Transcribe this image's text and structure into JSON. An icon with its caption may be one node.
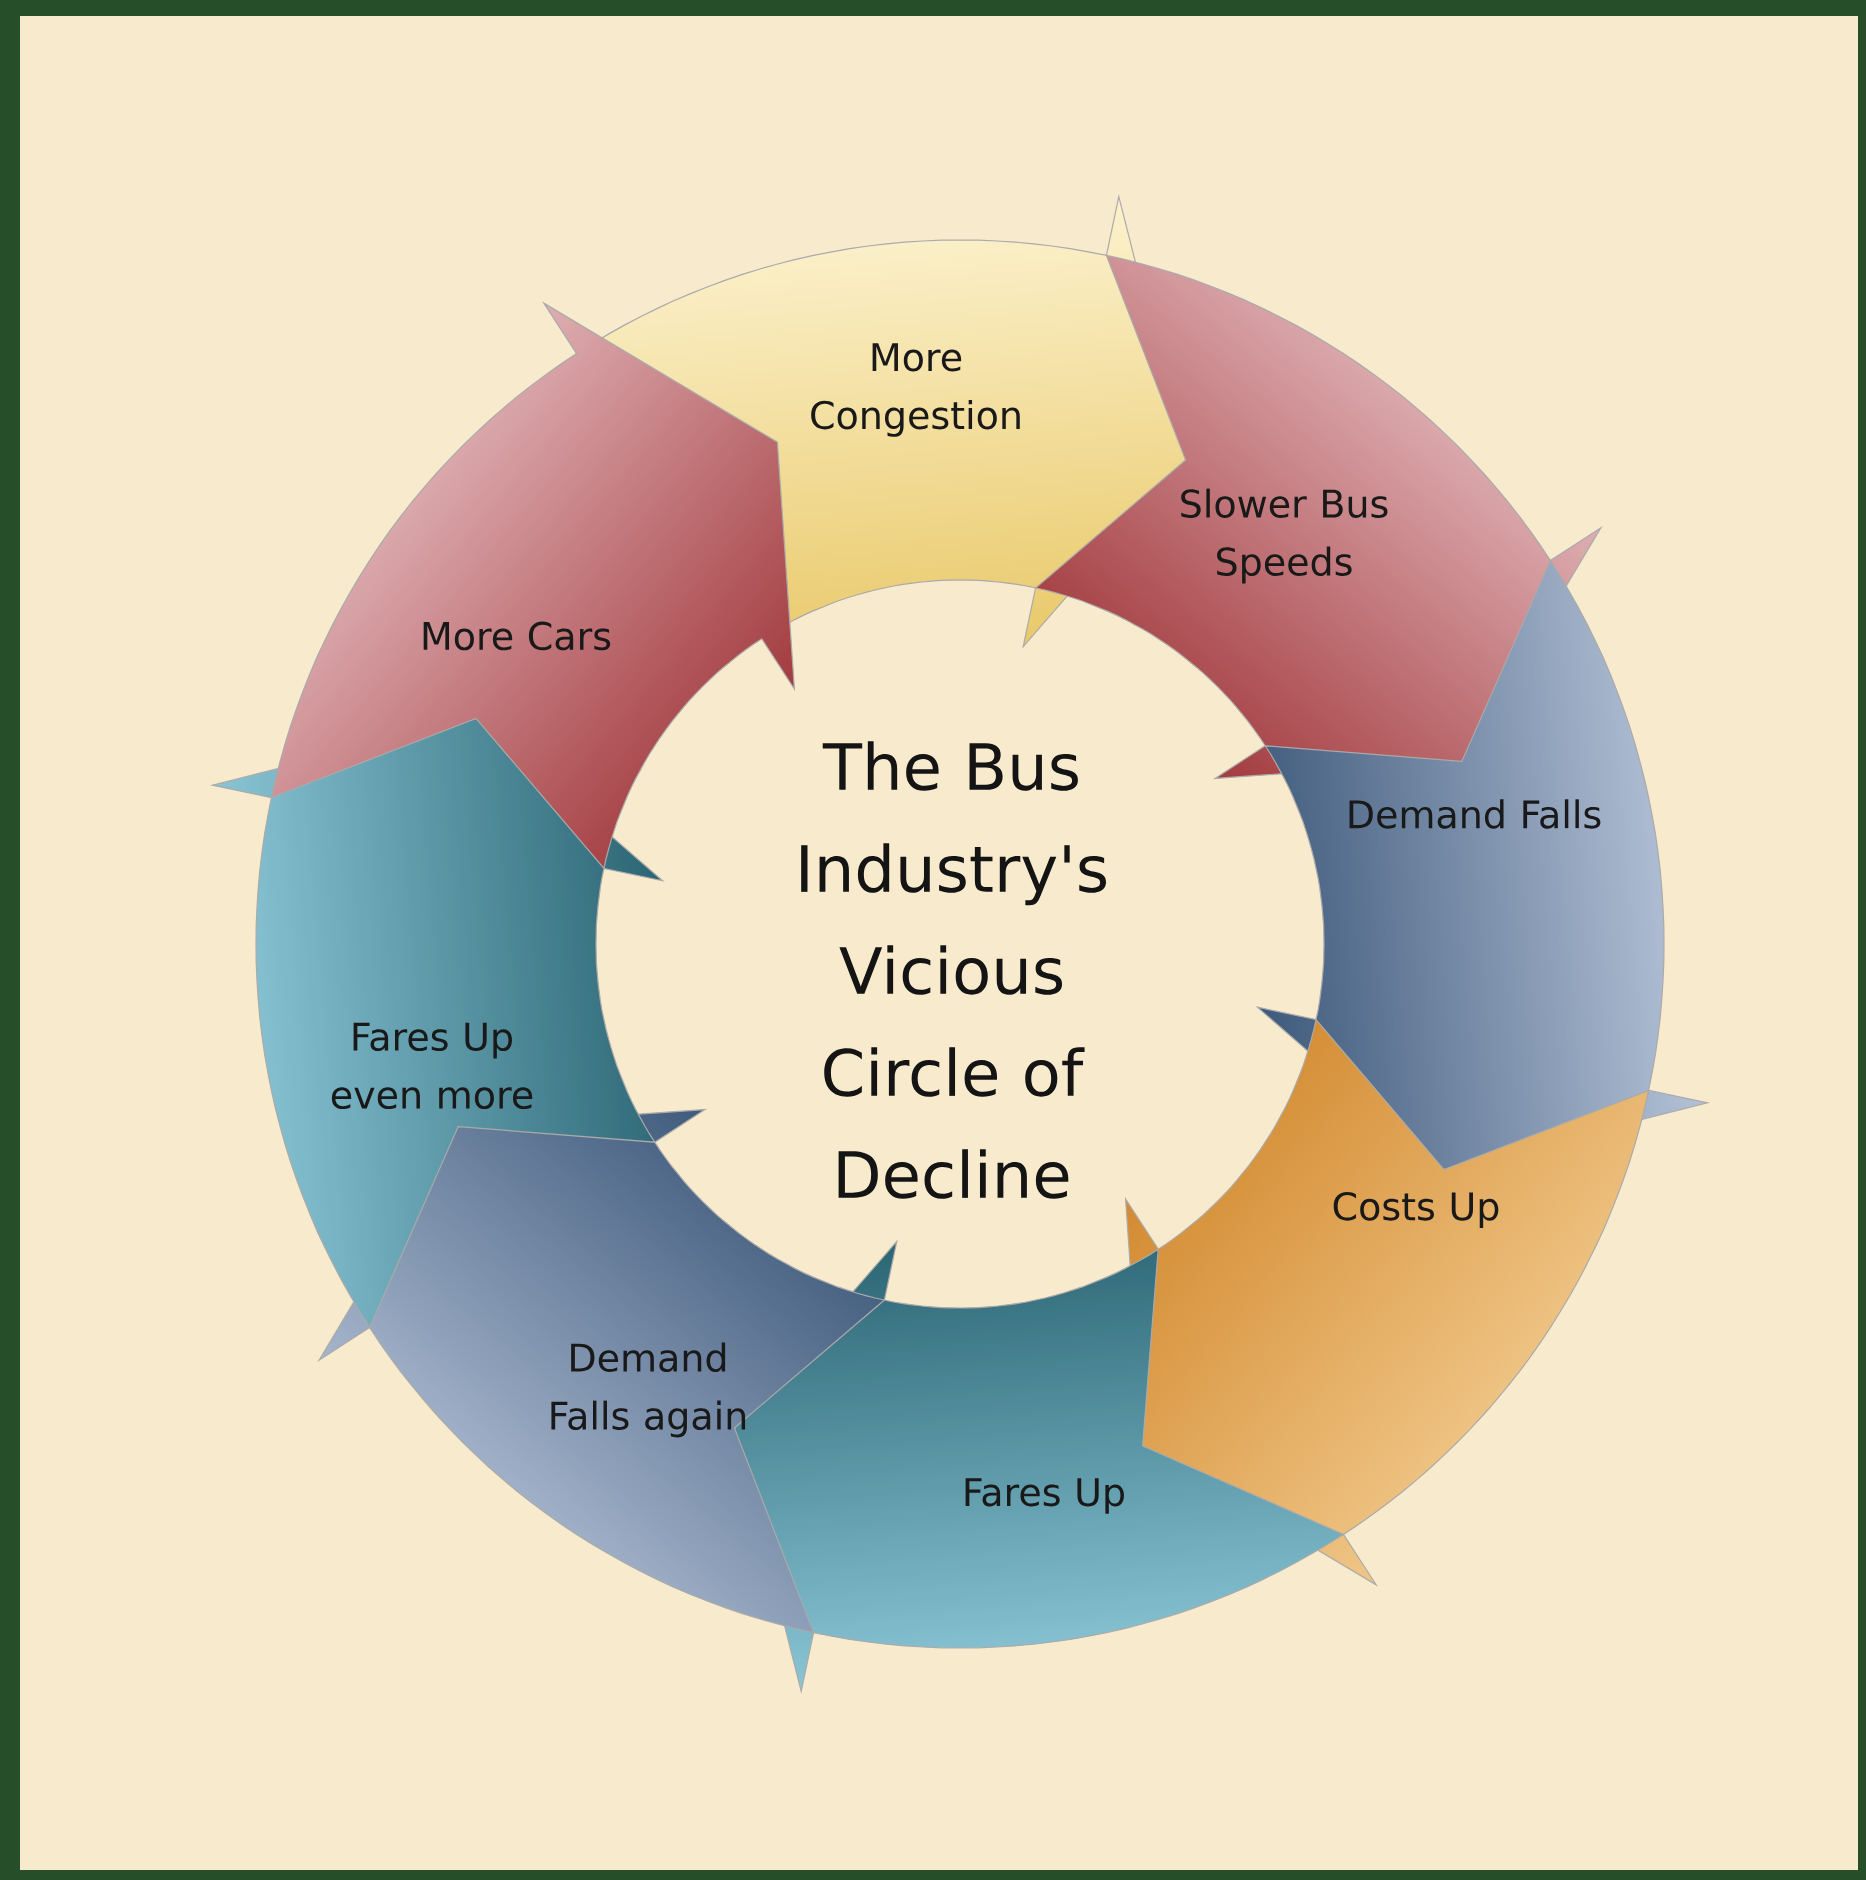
{
  "diagram": {
    "title": "The Bus Industry's Vicious Circle of Decline",
    "nodes": [
      {
        "text": [
          "More Congestion"
        ]
      },
      {
        "text": [
          "Slower Bus Speeds"
        ]
      },
      {
        "text": [
          "Demand Falls"
        ]
      },
      {
        "text": [
          "Costs Up"
        ]
      },
      {
        "text": [
          "Fares Up"
        ]
      },
      {
        "text": [
          "Demand Falls again"
        ]
      },
      {
        "text": [
          "Fares Up even more"
        ]
      },
      {
        "text": [
          "More Cars"
        ]
      }
    ]
  }
}
